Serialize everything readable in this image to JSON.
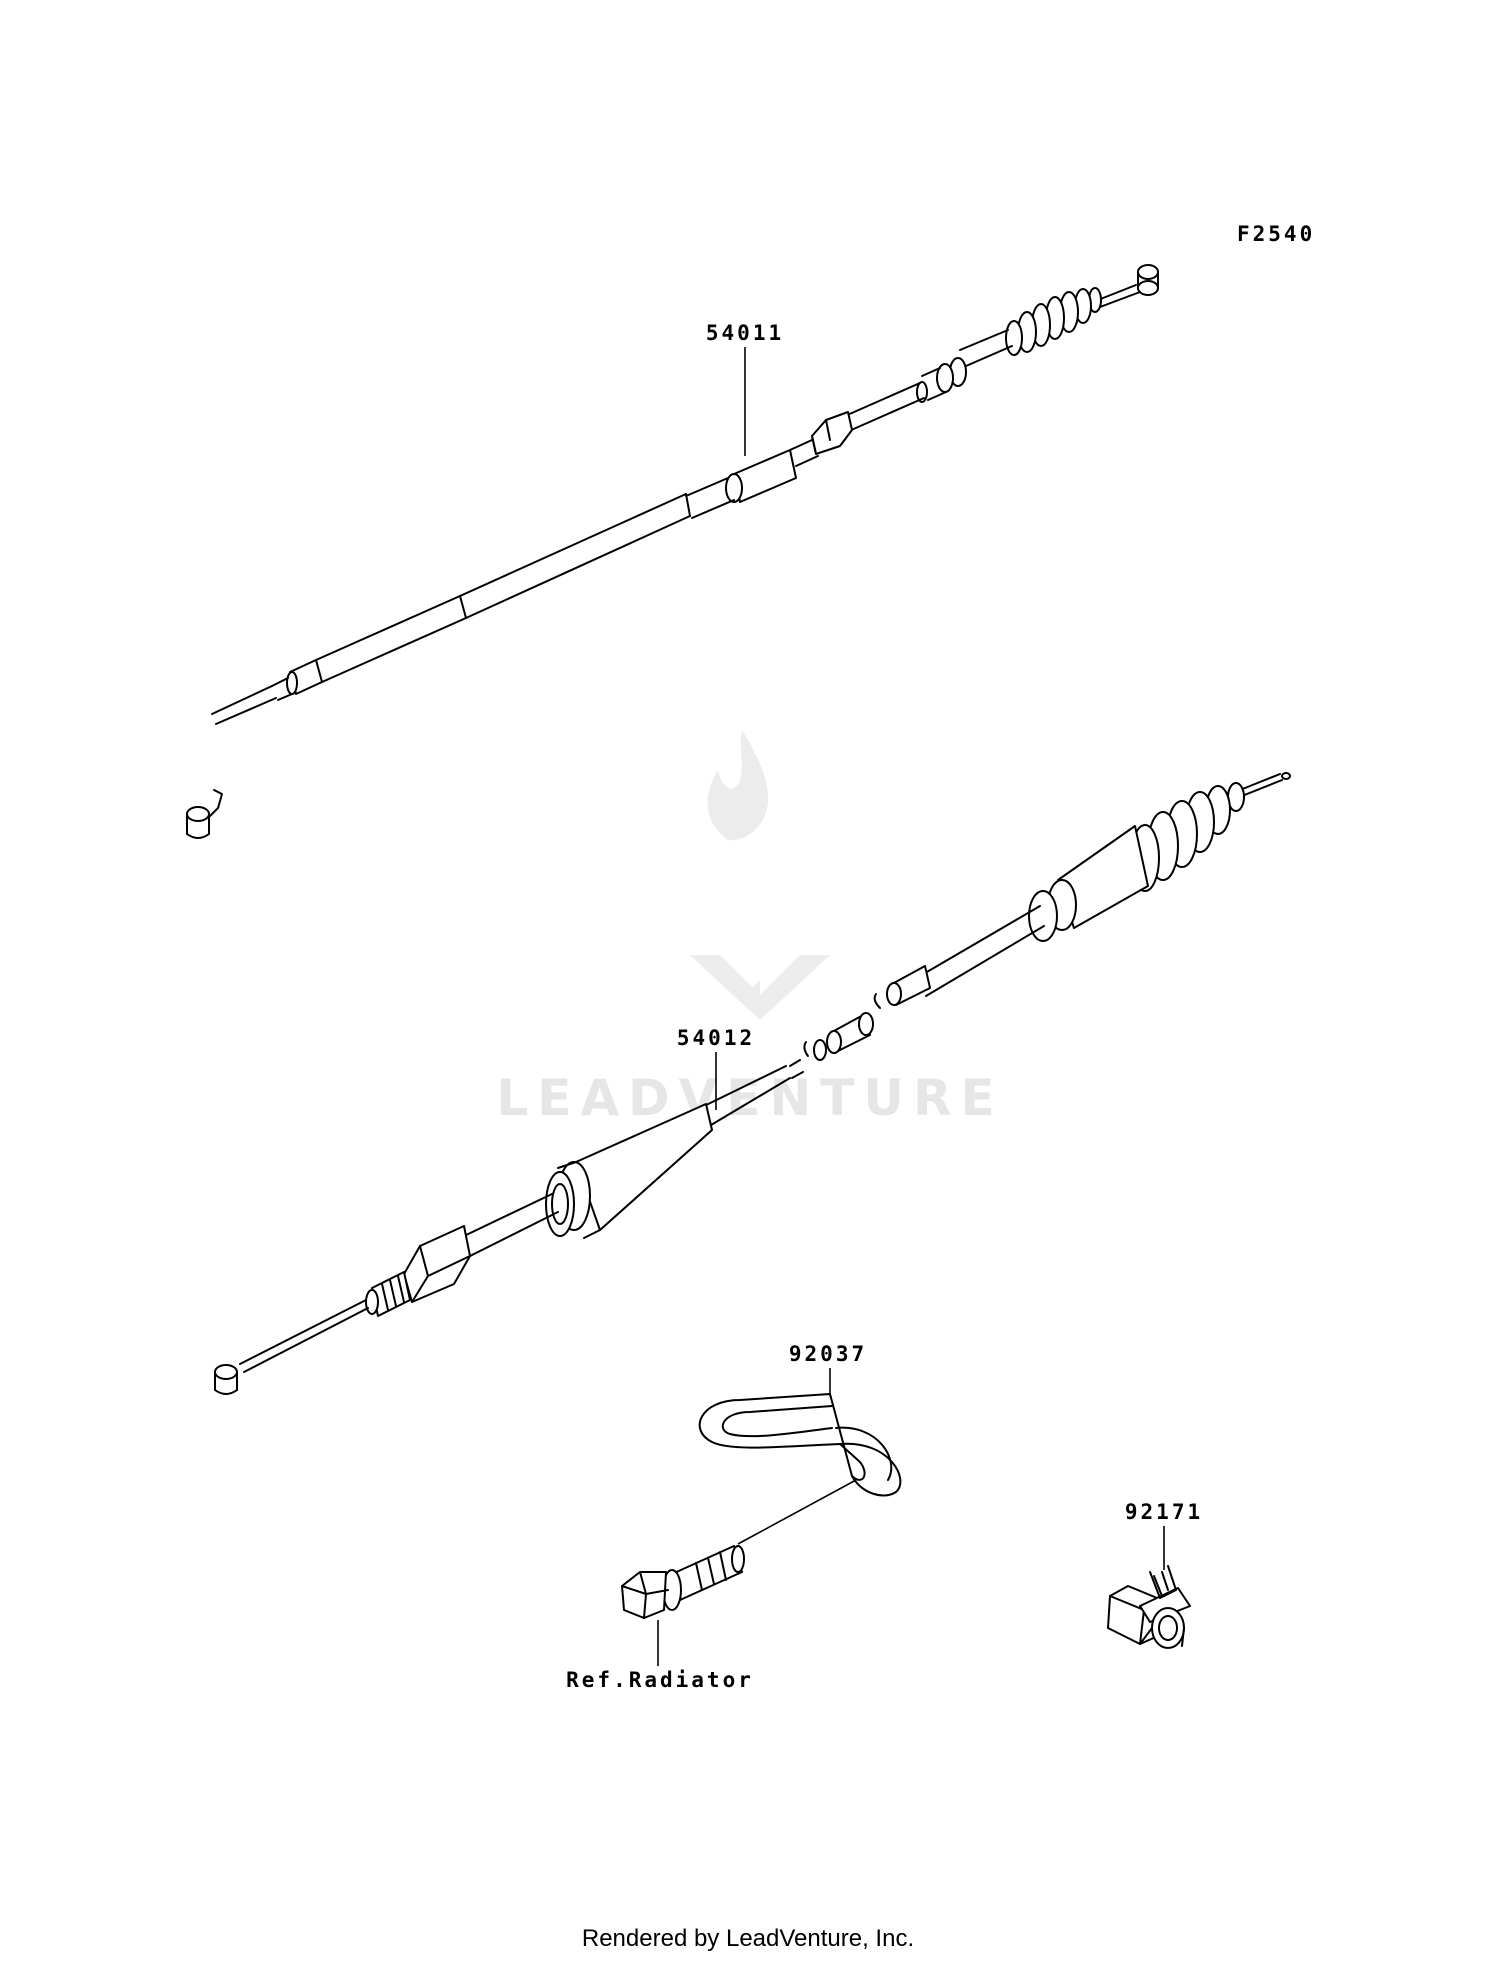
{
  "diagram": {
    "figure_code": "F2540",
    "parts": [
      {
        "number": "54011"
      },
      {
        "number": "54012"
      },
      {
        "number": "92037"
      },
      {
        "number": "92171"
      }
    ],
    "reference_label": "Ref.Radiator",
    "watermark": "LEADVENTURE",
    "footer": "Rendered by LeadVenture, Inc."
  }
}
